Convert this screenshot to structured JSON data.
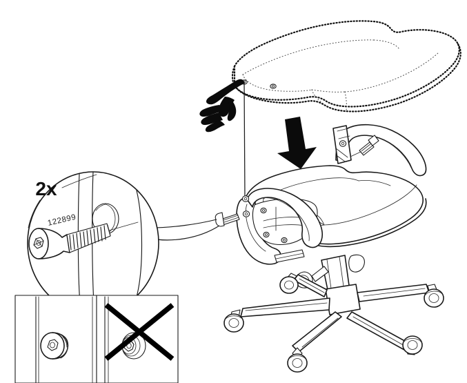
{
  "document": {
    "type": "assembly-instruction-diagram",
    "title": "Office Chair Seat Cushion Attachment",
    "background_color": "#ffffff",
    "line_color": "#1a1a1a",
    "style": "line-art technical illustration"
  },
  "callout": {
    "quantity_label": "2x",
    "part_number": "122899",
    "part_name": "hex-socket button head screw",
    "magnifier_shape": "circle"
  },
  "comparison": {
    "correct_panel": {
      "label": "",
      "depiction": "screw head seated flush in recess",
      "marked_wrong": false
    },
    "incorrect_panel": {
      "label": "",
      "depiction": "screw head protruding / not seated",
      "marked_wrong": true,
      "mark": "x-cross"
    }
  },
  "annotations": {
    "direction_arrow": "down",
    "hand_icon": "pointing-hand",
    "alignment_guide": "vertical-line",
    "ghost_outline": "dotted"
  },
  "chair": {
    "parts": [
      "seat cushion",
      "seat pan",
      "backrest support frame",
      "armrest",
      "gas lift cylinder",
      "five-star base",
      "casters"
    ],
    "caster_count": 5,
    "screw_positions": 2
  }
}
